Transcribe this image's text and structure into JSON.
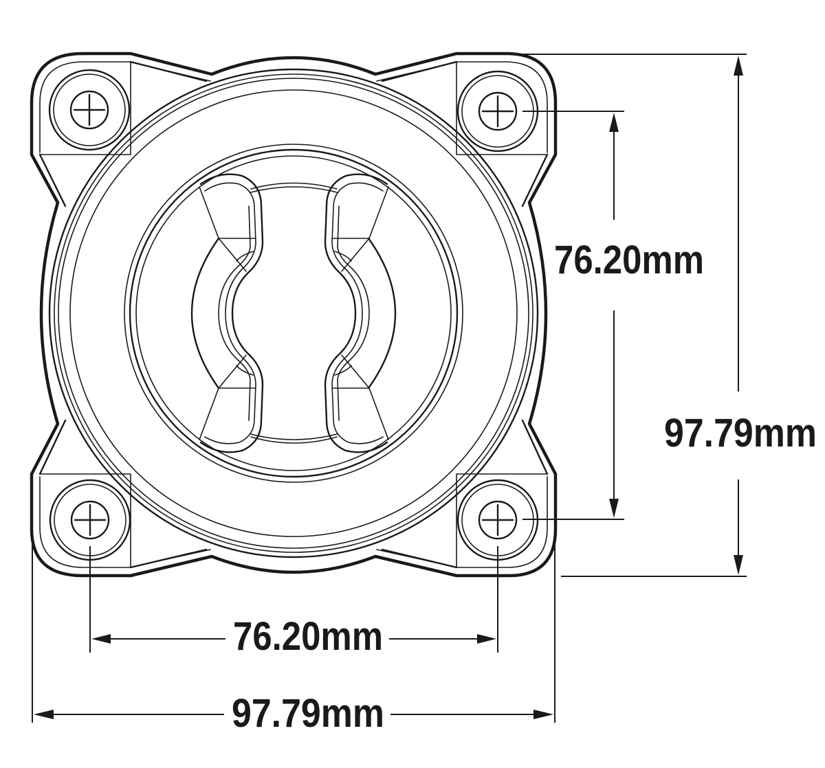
{
  "figure": {
    "subject": "Square-flange rotary switch / fitting, front view with mounting dimensions",
    "units": "mm",
    "line_color": "#1a1a1a",
    "background": "#ffffff"
  },
  "dimensions": {
    "hole_spacing_vertical": {
      "label": "76.20mm",
      "value": 76.2
    },
    "overall_height": {
      "label": "97.79mm",
      "value": 97.79
    },
    "hole_spacing_horizontal": {
      "label": "76.20mm",
      "value": 76.2
    },
    "overall_width": {
      "label": "97.79mm",
      "value": 97.79
    }
  },
  "mounting_holes": [
    {
      "position": "top-left"
    },
    {
      "position": "top-right"
    },
    {
      "position": "bottom-left"
    },
    {
      "position": "bottom-right"
    }
  ]
}
